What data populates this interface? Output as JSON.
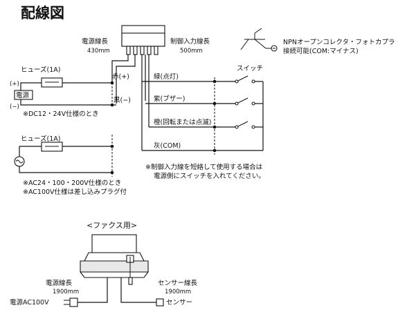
{
  "title": "配線図",
  "lamp": {
    "power_lead": "電源線長",
    "power_lead_len": "430mm",
    "control_lead": "制御入力線長",
    "control_lead_len": "500mm"
  },
  "npn_note": {
    "line1": "NPNオープンコレクタ・フォトカプラ",
    "line2": "接続可能(COM:マイナス)"
  },
  "dc_section": {
    "fuse": "ヒューズ(1A)",
    "plus": "(+)",
    "minus": "(−)",
    "power_box": "電源",
    "wire_red": "赤(+)",
    "wire_black": "黒(−)",
    "note": "※DC12・24V仕様のとき"
  },
  "ac_section": {
    "fuse": "ヒューズ(1A)",
    "note1": "※AC24・100・200V仕様のとき",
    "note2": "※AC100V仕様は差し込みプラグ付"
  },
  "control_wires": {
    "switch_label": "スイッチ",
    "wires": [
      "緑(点灯)",
      "紫(ブザー)",
      "橙(回転または点滅)",
      "灰(COM)"
    ]
  },
  "short_note": {
    "line1": "※制御入力線を短絡して使用する場合は",
    "line2": "電源側にスイッチを入れてください。"
  },
  "fax": {
    "heading": "<ファクス用>",
    "power_lead": "電源線長",
    "power_lead_len": "1900mm",
    "sensor_lead": "センサー線長",
    "sensor_lead_len": "1900mm",
    "power_plug": "電源AC100V",
    "sensor": "センサー"
  }
}
